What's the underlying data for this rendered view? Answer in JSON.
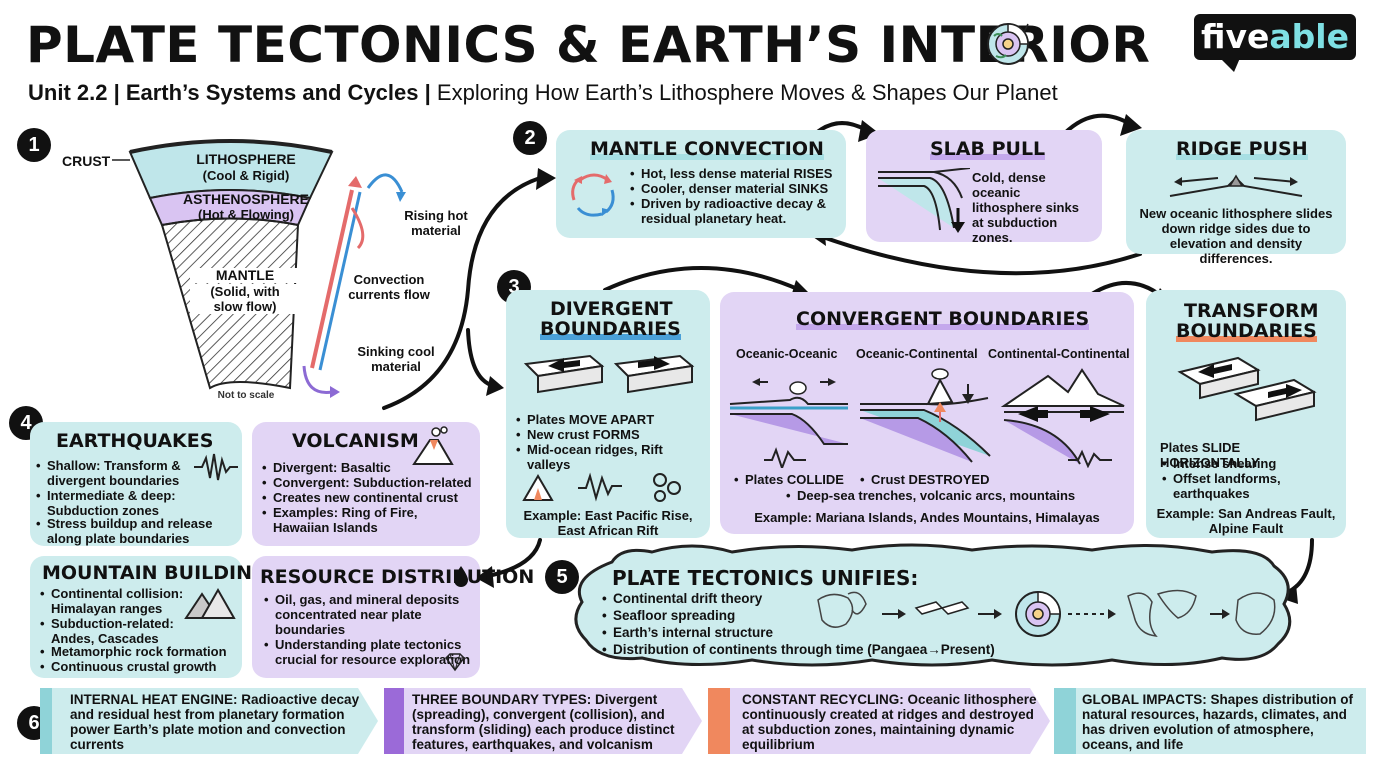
{
  "header": {
    "title": "PLATE TECTONICS & EARTH’S INTERIOR",
    "subtitle_bold": "Unit 2.2 | Earth’s Systems and Cycles |",
    "subtitle_rest": "Exploring How Earth’s Lithosphere Moves & Shapes Our Planet",
    "brand_a": "five",
    "brand_b": "able"
  },
  "numbers": [
    "1",
    "2",
    "3",
    "4",
    "5",
    "6"
  ],
  "interior": {
    "crust": "CRUST",
    "lithosphere": "LITHOSPHERE",
    "lithosphere_desc": "(Cool & Rigid)",
    "asthenosphere": "ASTHENOSPHERE",
    "asthenosphere_desc": "(Hot & Flowing)",
    "mantle": "MANTLE",
    "mantle_desc1": "(Solid, with",
    "mantle_desc2": "slow flow)",
    "scale_note": "Not to scale",
    "rising1": "Rising hot",
    "rising2": "material",
    "convection1": "Convection",
    "convection2": "currents flow",
    "sinking1": "Sinking cool",
    "sinking2": "material"
  },
  "mantle_convection": {
    "title": "MANTLE CONVECTION",
    "items": [
      "Hot, less dense material RISES",
      "Cooler, denser material SINKS",
      "Driven by radioactive decay & residual planetary heat."
    ]
  },
  "slab_pull": {
    "title": "SLAB PULL",
    "text": "Cold, dense oceanic lithosphere sinks at subduction zones."
  },
  "ridge_push": {
    "title": "RIDGE PUSH",
    "text": "New oceanic lithosphere slides down ridge sides due to elevation and density differences."
  },
  "divergent": {
    "title1": "DIVERGENT",
    "title2": "BOUNDARIES",
    "items": [
      "Plates MOVE APART",
      "New crust FORMS",
      "Mid-ocean ridges, Rift valleys"
    ],
    "example": "Example: East Pacific Rise, East African Rift"
  },
  "convergent": {
    "title": "CONVERGENT BOUNDARIES",
    "types": [
      "Oceanic-Oceanic",
      "Oceanic-Continental",
      "Continental-Continental"
    ],
    "item1": "Plates COLLIDE",
    "item2": "Crust DESTROYED",
    "item3": "Deep-sea trenches, volcanic arcs, mountains",
    "example": "Example: Mariana Islands, Andes Mountains, Himalayas"
  },
  "transform": {
    "title1": "TRANSFORM",
    "title2": "BOUNDARIES",
    "lead": "Plates SLIDE HORIZONTALLY",
    "items": [
      "Intense shearing",
      "Offset landforms, earthquakes"
    ],
    "example": "Example: San Andreas Fault, Alpine Fault"
  },
  "earthquakes": {
    "title": "EARTHQUAKES",
    "items": [
      "Shallow: Transform & divergent boundaries",
      "Intermediate & deep: Subduction zones",
      "Stress buildup and release along plate boundaries"
    ]
  },
  "volcanism": {
    "title": "VOLCANISM",
    "items": [
      "Divergent: Basaltic",
      "Convergent: Subduction-related",
      "Creates new continental crust",
      "Examples: Ring of Fire, Hawaiian Islands"
    ]
  },
  "mountain_building": {
    "title": "MOUNTAIN BUILDING",
    "items": [
      "Continental collision: Himalayan ranges",
      "Subduction-related: Andes, Cascades",
      "Metamorphic rock formation",
      "Continuous crustal growth"
    ]
  },
  "resource": {
    "title": "RESOURCE DISTRIBUTION",
    "items": [
      "Oil, gas, and mineral deposits concentrated near plate boundaries",
      "Understanding plate tectonics crucial for resource exploration"
    ]
  },
  "unifies": {
    "title": "PLATE TECTONICS UNIFIES:",
    "items": [
      "Continental drift theory",
      "Seafloor spreading",
      "Earth’s internal structure",
      "Distribution of continents through time (Pangaea→Present)"
    ]
  },
  "footer": [
    {
      "bold": "INTERNAL HEAT ENGINE:",
      "text": " Radioactive decay and residual hest from planetary formation power Earth’s plate motion and convection currents",
      "color": "#8fd3d8"
    },
    {
      "bold": "THREE BOUNDARY TYPES:",
      "text": " Divergent (spreading), convergent (collision), and transform (sliding) each produce distinct features, earthquakes, and volcanism",
      "color": "#9b6ad8"
    },
    {
      "bold": "CONSTANT RECYCLING:",
      "text": " Oceanic lithosphere continuously created at ridges and destroyed at subduction zones, maintaining dynamic equilibrium",
      "color": "#f0885e"
    },
    {
      "bold": "GLOBAL IMPACTS:",
      "text": " Shapes distribution of natural resources, hazards, climates, and has driven evolution of atmosphere, oceans, and life",
      "color": "#8fd3d8"
    }
  ],
  "colors": {
    "teal": "#cdeced",
    "lavender": "#e2d5f5",
    "accent_teal": "#8fd3d8",
    "accent_purple": "#9b6ad8",
    "accent_orange": "#f0885e"
  }
}
